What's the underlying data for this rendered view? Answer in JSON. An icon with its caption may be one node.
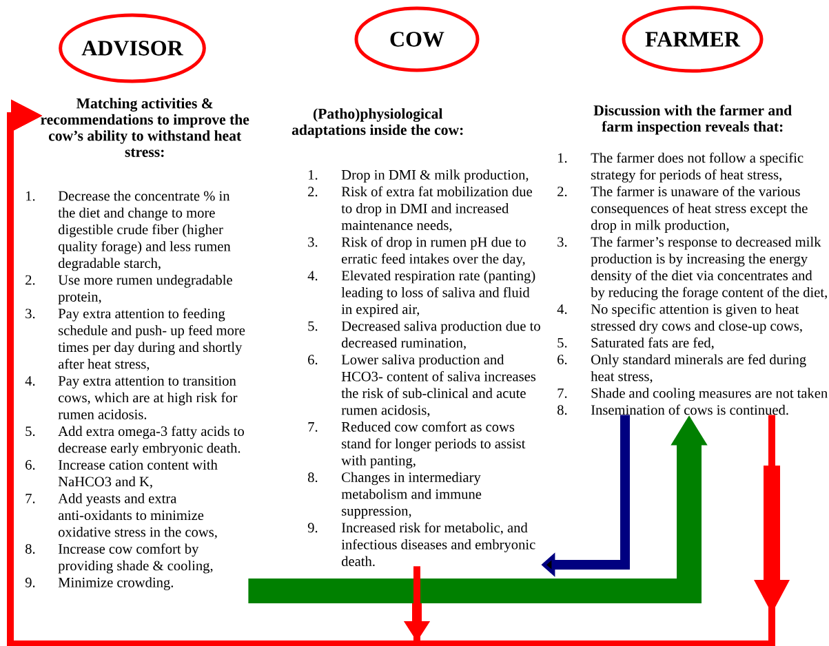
{
  "diagram": {
    "nodes": [
      {
        "text": [
          "ADVISOR"
        ]
      },
      {
        "text": [
          "COW"
        ]
      },
      {
        "text": [
          "FARMER"
        ]
      },
      {
        "text": [
          "Matching activities & recommendations to improve the cow’s ability to withstand heat stress:",
          "1.",
          "Decrease the concentrate % in the diet and change to more digestible crude fiber (higher quality forage) and less rumen degradable starch,",
          "2.",
          "Use more rumen undegradable protein,",
          "3.",
          "Pay extra attention to feeding schedule and push- up feed more times per day during and shortly after heat stress,",
          "4.",
          "Pay extra attention to transition cows, which are at high risk for rumen acidosis.",
          "5.",
          "Add extra omega-3 fatty acids to decrease early embryonic death.",
          "6.",
          "Increase cation content with NaHCO3 and K,",
          "7.",
          "Add yeasts and extra anti-oxidants to minimize oxidative stress in the cows,",
          "8.",
          "Increase cow comfort by providing shade & cooling,",
          "9.",
          "Minimize crowding."
        ]
      },
      {
        "text": [
          "(Patho)physiological adaptations inside the cow:",
          "1.",
          "Drop in DMI & milk production,",
          "2.",
          "Risk of extra fat mobilization due to drop in DMI and increased maintenance needs,",
          "3.",
          "Risk of drop in rumen pH due to erratic feed intakes over the day,",
          "4.",
          "Elevated respiration rate (panting) leading to loss of saliva and fluid in expired air,",
          "5.",
          "Decreased saliva production due to decreased rumination,",
          "6.",
          "Lower saliva production and HCO3- content of saliva increases the risk of sub-clinical and acute rumen acidosis,",
          "7.",
          "Reduced cow comfort as cows stand for longer periods to assist with panting,",
          "8.",
          "Changes in intermediary metabolism and immune suppression,",
          "9.",
          "Increased risk for metabolic, and infectious diseases and embryonic death."
        ]
      },
      {
        "text": [
          "Discussion with the farmer and farm inspection reveals that:",
          "1.",
          "The farmer does not follow a specific strategy for periods of heat stress,",
          "2.",
          "The farmer is unaware of the various consequences of heat stress except the drop in milk production,",
          "3.",
          "The farmer’s response to decreased milk production is by increasing the energy density of the diet via concentrates and by reducing the forage content of the diet,",
          "4.",
          "No specific attention is given to heat stressed dry cows and close-up cows,",
          "5.",
          "Saturated fats are fed,",
          "6.",
          "Only standard minerals are fed during heat stress,",
          "7.",
          "Shade and cooling measures are not taken",
          "8.",
          "Insemination of cows is continued."
        ]
      }
    ],
    "edges": [
      {
        "from": 5,
        "to": 4,
        "arrow": "to",
        "color": "#000080"
      },
      {
        "from": 3,
        "to": 5,
        "arrow": "to",
        "style": "thick",
        "color": "#008000"
      },
      {
        "from": 4,
        "to": 3,
        "arrow": "to",
        "color": "#ff0000"
      },
      {
        "from": 5,
        "to": 3,
        "arrow": "to",
        "color": "#ff0000"
      }
    ]
  }
}
